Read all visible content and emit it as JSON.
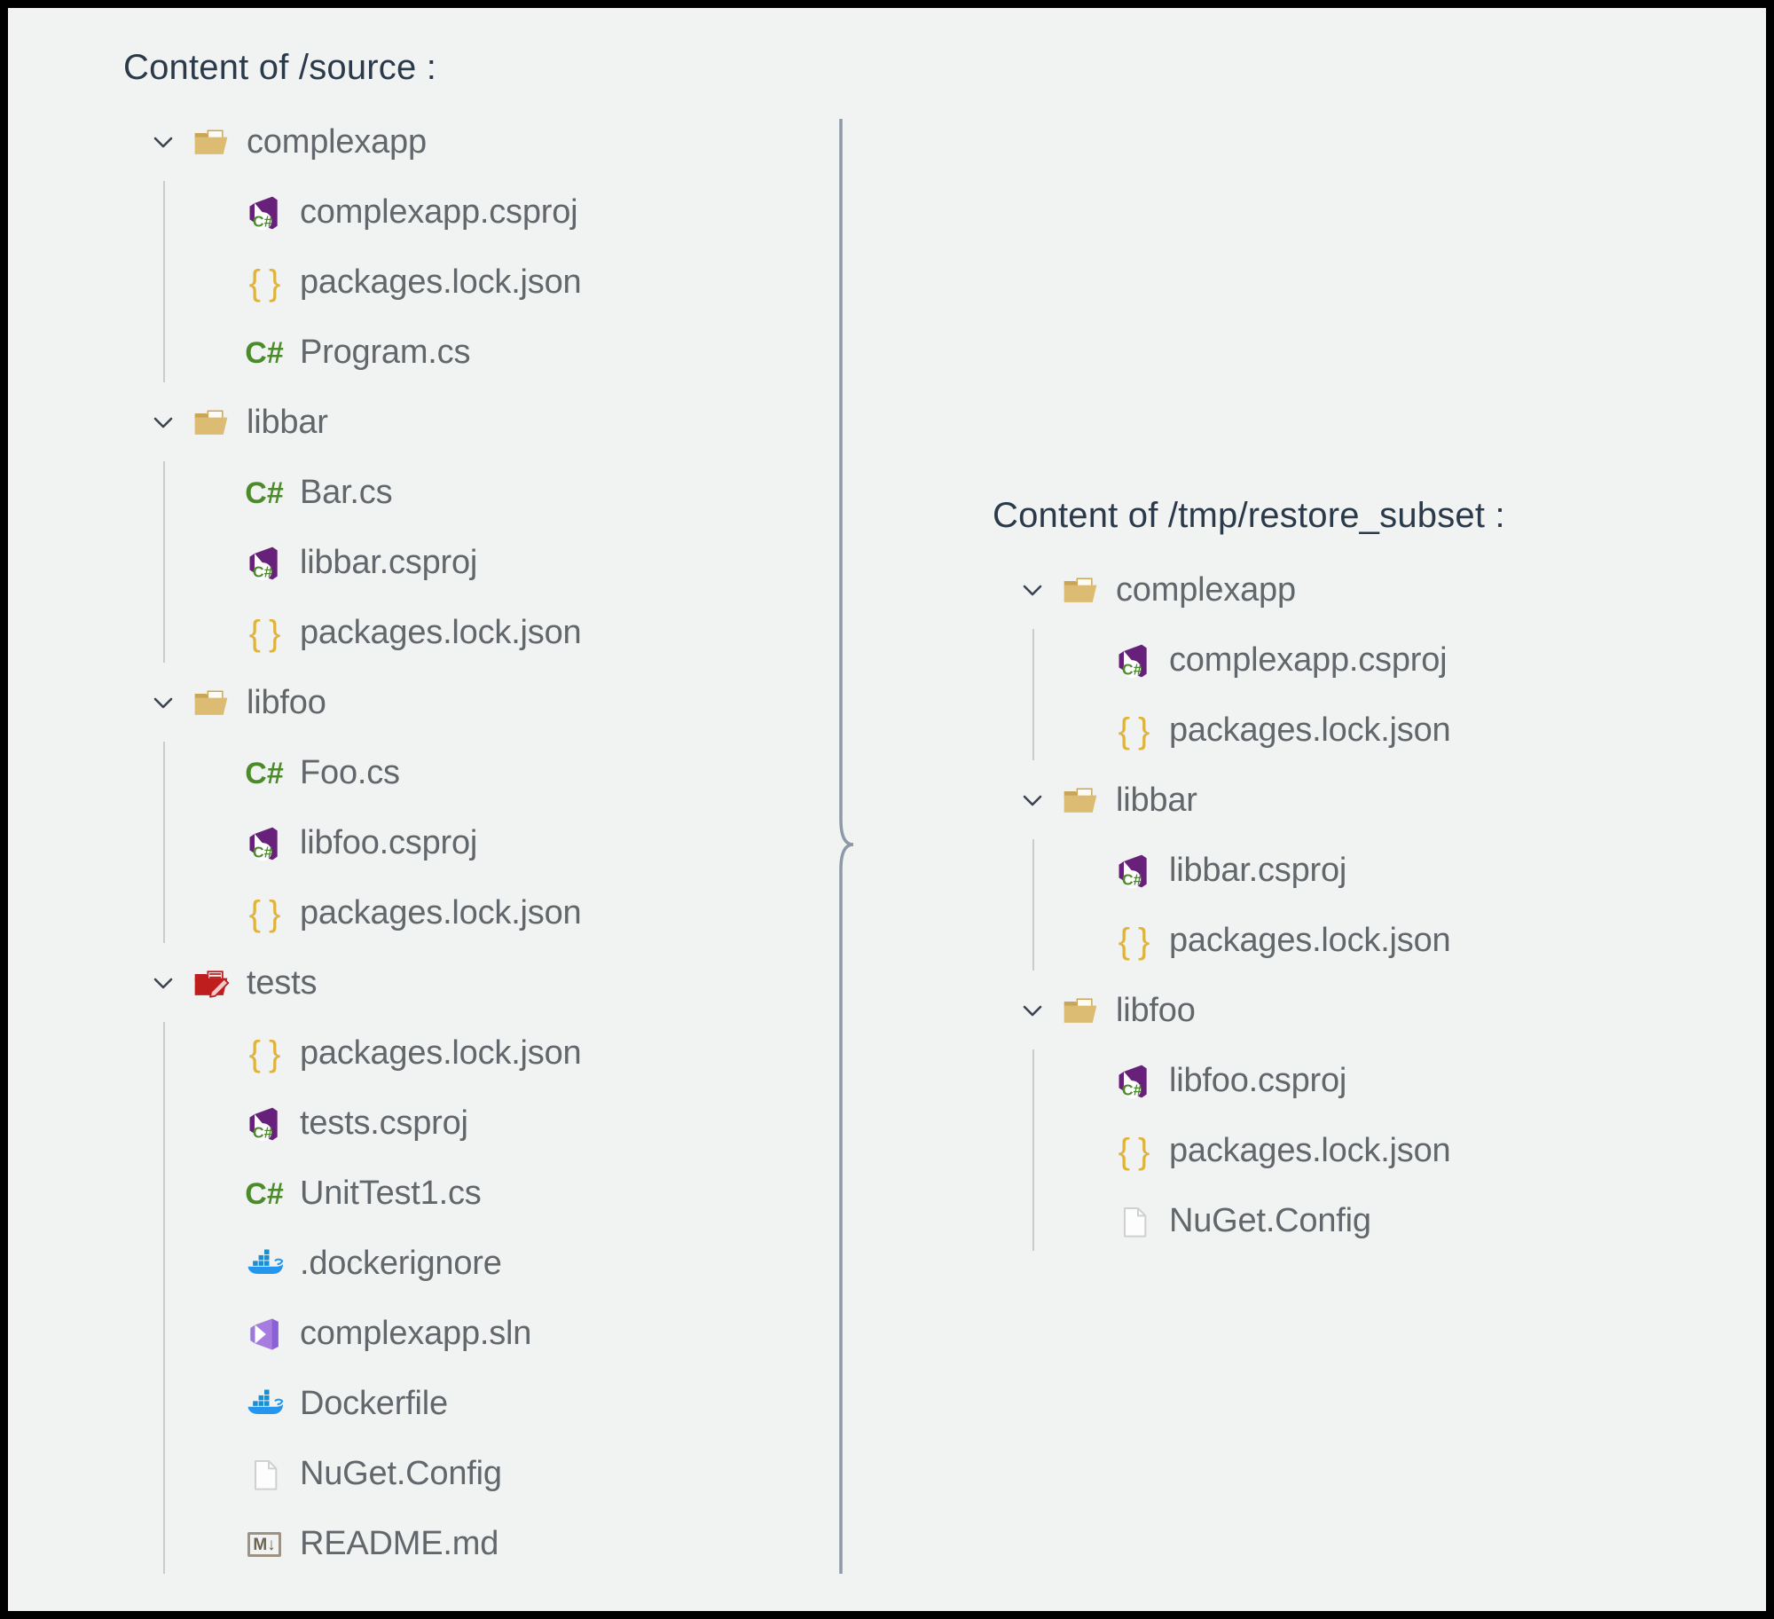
{
  "page": {
    "background_color": "#f1f2f2",
    "border_color": "#000000",
    "divider_color": "#8d99a8"
  },
  "left_panel": {
    "heading": "Content of /source :",
    "tree": [
      {
        "depth": 0,
        "type": "folder",
        "icon": "folder-icon",
        "label": "complexapp",
        "expanded": true
      },
      {
        "depth": 1,
        "type": "file",
        "icon": "csproj-icon",
        "label": "complexapp.csproj"
      },
      {
        "depth": 1,
        "type": "file",
        "icon": "json-icon",
        "label": "packages.lock.json"
      },
      {
        "depth": 1,
        "type": "file",
        "icon": "csharp-icon",
        "label": "Program.cs"
      },
      {
        "depth": 0,
        "type": "folder",
        "icon": "folder-icon",
        "label": "libbar",
        "expanded": true
      },
      {
        "depth": 1,
        "type": "file",
        "icon": "csharp-icon",
        "label": "Bar.cs"
      },
      {
        "depth": 1,
        "type": "file",
        "icon": "csproj-icon",
        "label": "libbar.csproj"
      },
      {
        "depth": 1,
        "type": "file",
        "icon": "json-icon",
        "label": "packages.lock.json"
      },
      {
        "depth": 0,
        "type": "folder",
        "icon": "folder-icon",
        "label": "libfoo",
        "expanded": true
      },
      {
        "depth": 1,
        "type": "file",
        "icon": "csharp-icon",
        "label": "Foo.cs"
      },
      {
        "depth": 1,
        "type": "file",
        "icon": "csproj-icon",
        "label": "libfoo.csproj"
      },
      {
        "depth": 1,
        "type": "file",
        "icon": "json-icon",
        "label": "packages.lock.json"
      },
      {
        "depth": 0,
        "type": "folder",
        "icon": "test-folder-icon",
        "label": "tests",
        "expanded": true
      },
      {
        "depth": 1,
        "type": "file",
        "icon": "json-icon",
        "label": "packages.lock.json"
      },
      {
        "depth": 1,
        "type": "file",
        "icon": "csproj-icon",
        "label": "tests.csproj"
      },
      {
        "depth": 1,
        "type": "file",
        "icon": "csharp-icon",
        "label": "UnitTest1.cs"
      },
      {
        "depth": 1,
        "type": "file",
        "icon": "docker-icon",
        "label": ".dockerignore"
      },
      {
        "depth": 1,
        "type": "file",
        "icon": "visual-studio-icon",
        "label": "complexapp.sln"
      },
      {
        "depth": 1,
        "type": "file",
        "icon": "docker-icon",
        "label": "Dockerfile"
      },
      {
        "depth": 1,
        "type": "file",
        "icon": "blank-document-icon",
        "label": "NuGet.Config"
      },
      {
        "depth": 1,
        "type": "file",
        "icon": "markdown-icon",
        "label": "README.md"
      }
    ]
  },
  "right_panel": {
    "heading": "Content of /tmp/restore_subset :",
    "tree": [
      {
        "depth": 0,
        "type": "folder",
        "icon": "folder-icon",
        "label": "complexapp",
        "expanded": true
      },
      {
        "depth": 1,
        "type": "file",
        "icon": "csproj-icon",
        "label": "complexapp.csproj"
      },
      {
        "depth": 1,
        "type": "file",
        "icon": "json-icon",
        "label": "packages.lock.json"
      },
      {
        "depth": 0,
        "type": "folder",
        "icon": "folder-icon",
        "label": "libbar",
        "expanded": true
      },
      {
        "depth": 1,
        "type": "file",
        "icon": "csproj-icon",
        "label": "libbar.csproj"
      },
      {
        "depth": 1,
        "type": "file",
        "icon": "json-icon",
        "label": "packages.lock.json"
      },
      {
        "depth": 0,
        "type": "folder",
        "icon": "folder-icon",
        "label": "libfoo",
        "expanded": true
      },
      {
        "depth": 1,
        "type": "file",
        "icon": "csproj-icon",
        "label": "libfoo.csproj"
      },
      {
        "depth": 1,
        "type": "file",
        "icon": "json-icon",
        "label": "packages.lock.json"
      },
      {
        "depth": 1,
        "type": "file",
        "icon": "blank-document-icon",
        "label": "NuGet.Config"
      }
    ]
  },
  "icon_colors": {
    "folder": "#dcbc72",
    "folder_dark": "#c9a558",
    "test_folder": "#bf1e1e",
    "csharp_green": "#4b8b2b",
    "csproj_purple": "#68217a",
    "json_yellow": "#e0b43c",
    "docker_blue": "#2496ed",
    "visual_studio_purple": "#8661c5",
    "markdown_gray": "#8a8272",
    "blank_doc": "#cfd0d1",
    "guide_line": "#c9cbcd",
    "text": "#62676c",
    "heading_text": "#2b3a4a"
  }
}
